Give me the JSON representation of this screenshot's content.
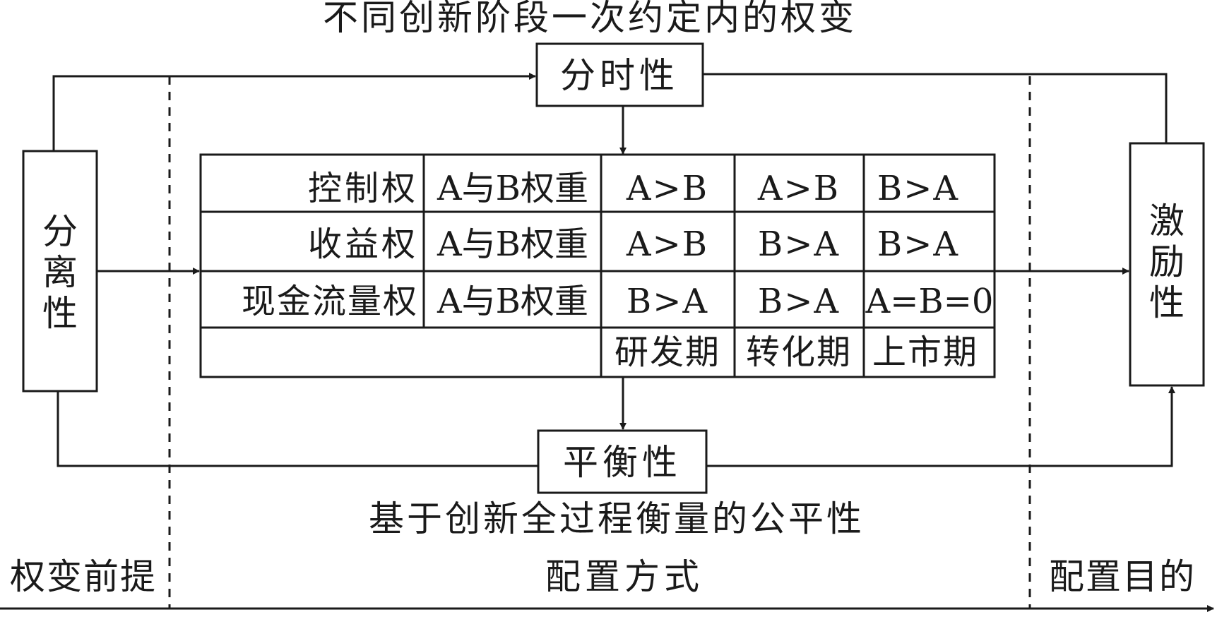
{
  "titles": {
    "top": "不同创新阶段一次约定内的权变",
    "bottom": "基于创新全过程衡量的公平性"
  },
  "boxes": {
    "left": "分离性",
    "right": "激励性",
    "top": "分时性",
    "bottom": "平衡性"
  },
  "table": {
    "rows": [
      {
        "label": "控制权",
        "weight": "A与B权重",
        "values": [
          "A>B",
          "A>B",
          "B>A"
        ]
      },
      {
        "label": "收益权",
        "weight": "A与B权重",
        "values": [
          "A>B",
          "B>A",
          "B>A"
        ]
      },
      {
        "label": "现金流量权",
        "weight": "A与B权重",
        "values": [
          "B>A",
          "B>A",
          "A=B=0"
        ]
      }
    ],
    "phases": [
      "研发期",
      "转化期",
      "上市期"
    ]
  },
  "axis": {
    "sections": [
      "权变前提",
      "配置方式",
      "配置目的"
    ]
  }
}
